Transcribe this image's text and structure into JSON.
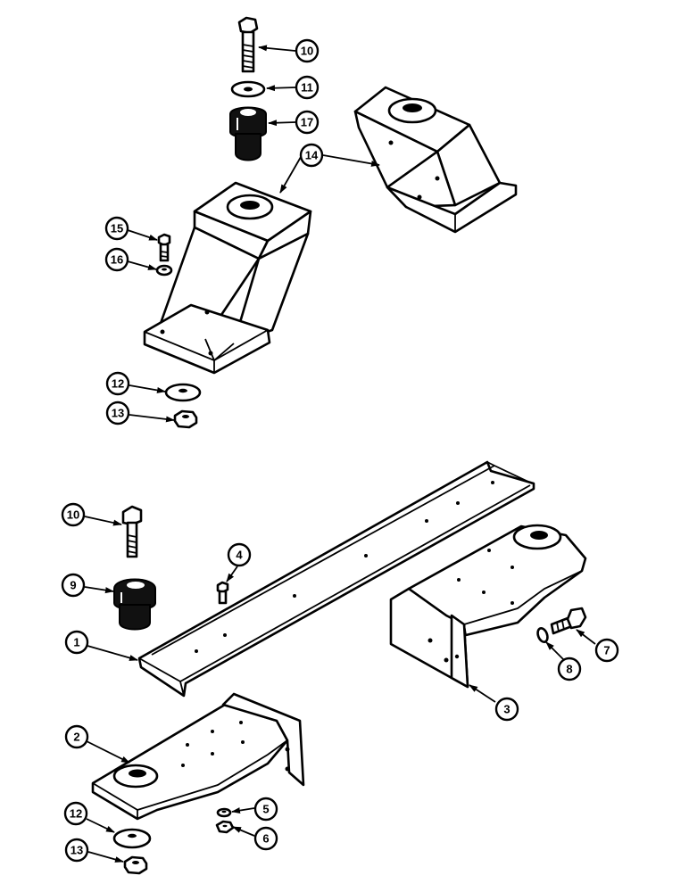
{
  "callouts": {
    "c10a": "10",
    "c11": "11",
    "c17": "17",
    "c14": "14",
    "c15": "15",
    "c16": "16",
    "c12a": "12",
    "c13a": "13",
    "c10b": "10",
    "c4": "4",
    "c9": "9",
    "c1": "1",
    "c7": "7",
    "c8": "8",
    "c3": "3",
    "c2": "2",
    "c5": "5",
    "c6": "6",
    "c12b": "12",
    "c13b": "13"
  }
}
